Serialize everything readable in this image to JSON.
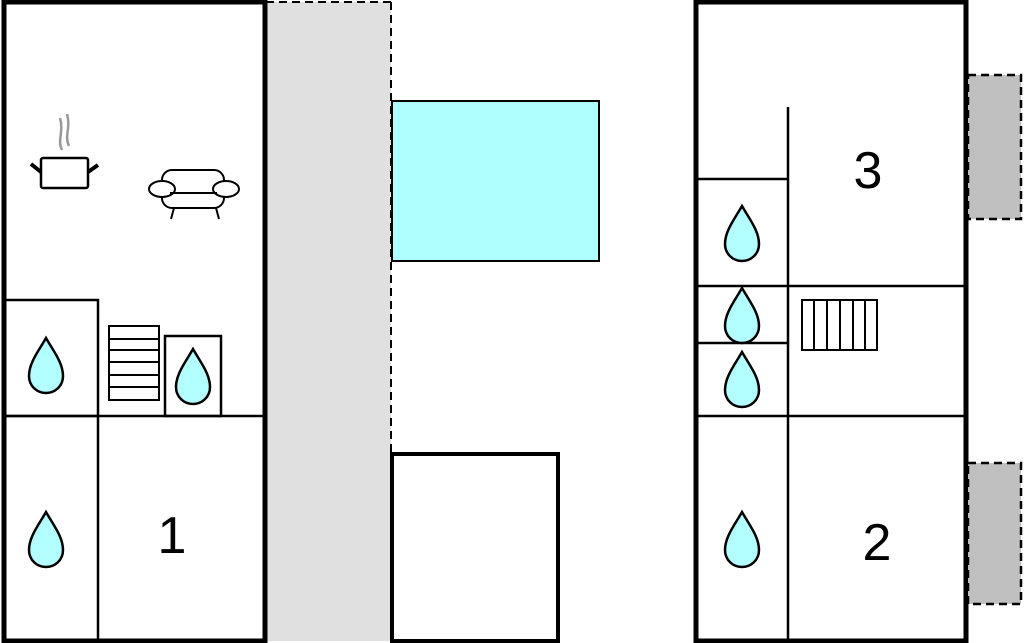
{
  "plan": {
    "rooms": [
      {
        "label": "1"
      },
      {
        "label": "2"
      },
      {
        "label": "3"
      }
    ]
  },
  "colors": {
    "water": "#b3ffff",
    "pool": "#b0ffff",
    "terrace": "#e0e0e0",
    "balcony": "#c0c0c0"
  },
  "icons": [
    "cooking-pot-icon",
    "sofa-icon",
    "water-drop-icon",
    "stairs-icon"
  ]
}
